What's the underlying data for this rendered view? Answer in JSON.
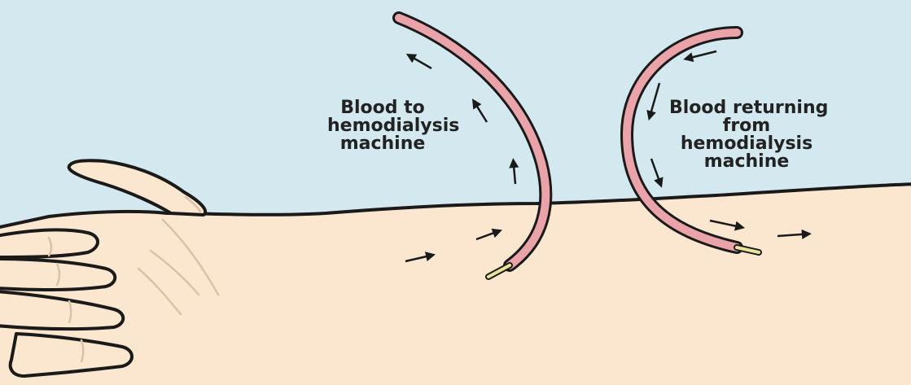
{
  "labels": {
    "to_machine": [
      "Blood to",
      "hemodialysis",
      "machine"
    ],
    "from_machine": [
      "Blood returning",
      "from",
      "hemodialysis",
      "machine"
    ]
  },
  "colors": {
    "background": "#d4e9ef",
    "skin": "#fbe6cf",
    "skin_crease": "#d9c3a6",
    "tubing": "#e9a3a9",
    "needle": "#e9e49a",
    "outline": "#1a1a1a"
  }
}
